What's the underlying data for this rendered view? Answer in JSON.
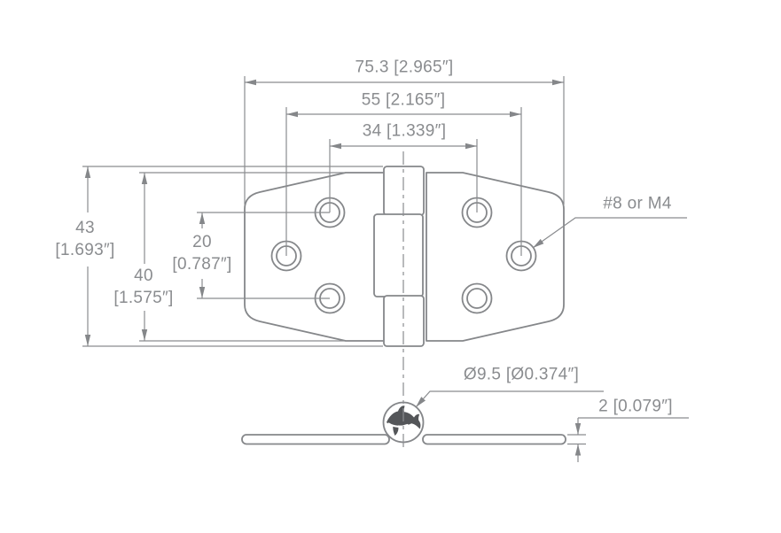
{
  "colors": {
    "background": "#ffffff",
    "line": "#85878a",
    "text": "#8a8c8f",
    "logo": "#545659"
  },
  "top_view": {
    "width_overall": "75.3 [2.965″]",
    "hole_spacing_outer": "55 [2.165″]",
    "hole_spacing_inner": "34 [1.339″]",
    "height_overall_mm": "43",
    "height_overall_in": "[1.693″]",
    "height_leaf_mm": "40",
    "height_leaf_in": "[1.575″]",
    "hole_row_spacing_mm": "20",
    "hole_row_spacing_in": "[0.787″]",
    "screw_callout": "#8 or M4"
  },
  "side_view": {
    "barrel_diameter": "Ø9.5 [Ø0.374″]",
    "leaf_thickness": "2 [0.079″]",
    "logo_icon": "orca-logo"
  }
}
